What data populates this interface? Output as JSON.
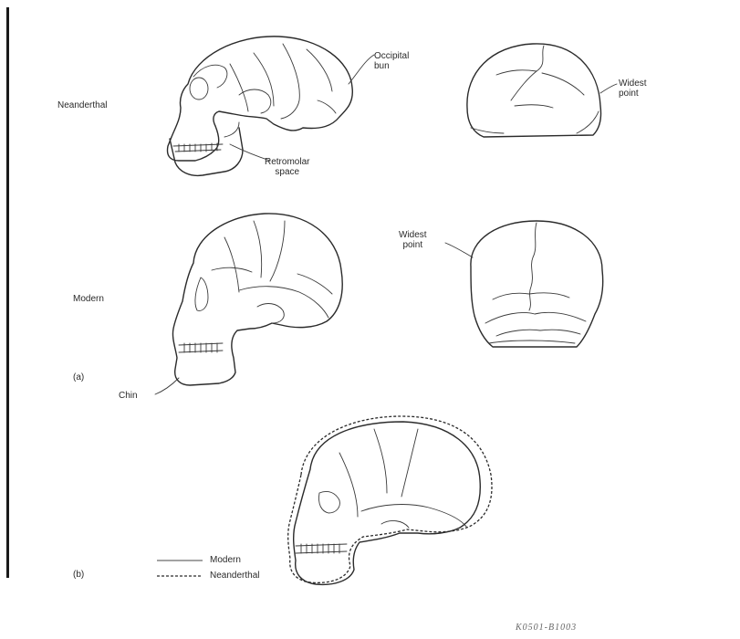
{
  "figure": {
    "row_labels": {
      "neanderthal": "Neanderthal",
      "modern": "Modern"
    },
    "panel_labels": {
      "a": "(a)",
      "b": "(b)"
    },
    "annotations": {
      "occipital_bun": "Occipital\nbun",
      "widest_point_top": "Widest\npoint",
      "retromolar_space": "Retromolar\nspace",
      "widest_point_modern": "Widest\npoint",
      "chin": "Chin"
    },
    "legend": {
      "modern": "Modern",
      "neanderthal": "Neanderthal"
    },
    "footer_code": "K0501-B1003"
  }
}
